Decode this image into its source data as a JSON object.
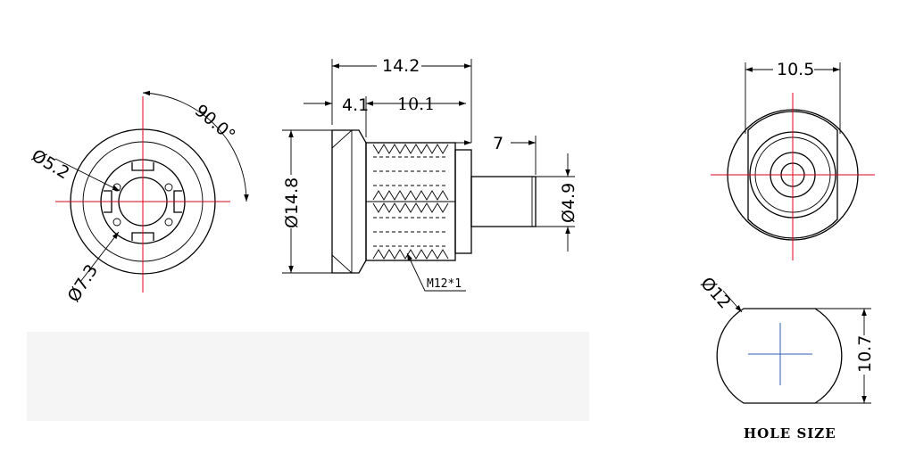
{
  "front_view": {
    "angle_label": "90.0°",
    "inner_diameter_label": "Ø5.2",
    "outer_diameter_label": "Ø7.3"
  },
  "side_view": {
    "overall_length_label": "14.2",
    "flange_length_label": "4.1",
    "thread_length_label": "10.1",
    "pin_length_label": "7",
    "flange_diameter_label": "Ø14.8",
    "pin_diameter_label": "Ø4.9",
    "thread_label": "M12*1"
  },
  "rear_view": {
    "width_label": "10.5"
  },
  "hole_view": {
    "diameter_label": "Ø12",
    "flat_width_label": "10.7",
    "caption": "HOLE SIZE"
  },
  "colors": {
    "centerline": "#e0001b",
    "hole_cross": "#2f5fb0",
    "line": "#000000"
  }
}
